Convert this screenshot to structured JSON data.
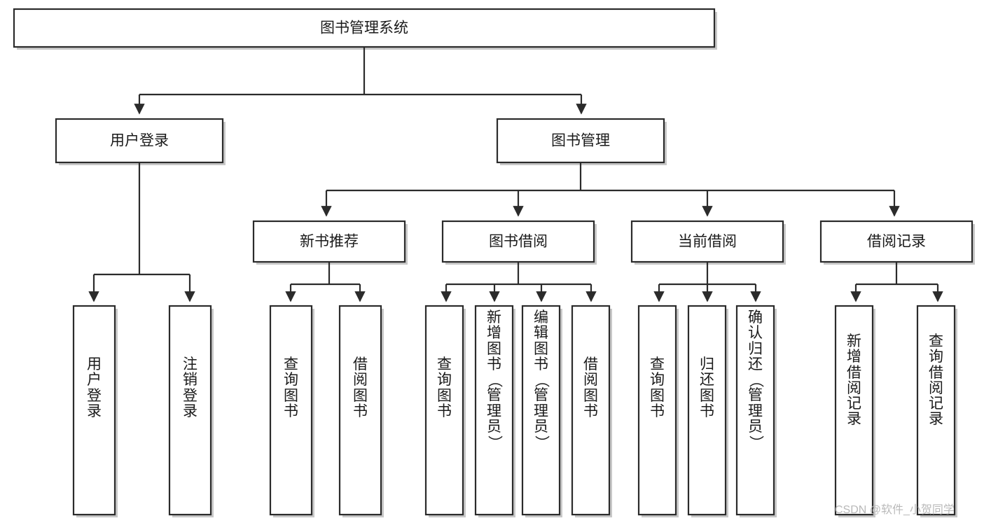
{
  "diagram": {
    "type": "tree-hierarchy",
    "title": "图书管理系统",
    "root": {
      "label": "图书管理系统",
      "name": "root-node"
    },
    "level2": [
      {
        "label": "用户登录",
        "name": "node-user-login"
      },
      {
        "label": "图书管理",
        "name": "node-book-management"
      }
    ],
    "level3": [
      {
        "label": "新书推荐",
        "name": "node-new-book-recommend"
      },
      {
        "label": "图书借阅",
        "name": "node-book-borrow"
      },
      {
        "label": "当前借阅",
        "name": "node-current-borrow"
      },
      {
        "label": "借阅记录",
        "name": "node-borrow-record"
      }
    ],
    "leaves": {
      "user_login": [
        {
          "label": "用户登录",
          "name": "leaf-user-login"
        },
        {
          "label": "注销登录",
          "name": "leaf-logout"
        }
      ],
      "new_book_recommend": [
        {
          "label": "查询图书",
          "name": "leaf-query-book-1"
        },
        {
          "label": "借阅图书",
          "name": "leaf-borrow-book-1"
        }
      ],
      "book_borrow": [
        {
          "label": "查询图书",
          "name": "leaf-query-book-2"
        },
        {
          "label": "新增图书（管理员）",
          "name": "leaf-add-book-admin"
        },
        {
          "label": "编辑图书（管理员）",
          "name": "leaf-edit-book-admin"
        },
        {
          "label": "借阅图书",
          "name": "leaf-borrow-book-2"
        }
      ],
      "current_borrow": [
        {
          "label": "查询图书",
          "name": "leaf-query-book-3"
        },
        {
          "label": "归还图书",
          "name": "leaf-return-book"
        },
        {
          "label": "确认归还（管理员）",
          "name": "leaf-confirm-return-admin"
        }
      ],
      "borrow_record": [
        {
          "label": "新增借阅记录",
          "name": "leaf-add-borrow-record"
        },
        {
          "label": "查询借阅记录",
          "name": "leaf-query-borrow-record"
        }
      ]
    },
    "watermark": "CSDN @软件_小贺同学",
    "colors": {
      "box_stroke": "#2b2b2b",
      "box_fill": "#ffffff",
      "text": "#1a1a1a",
      "background": "#ffffff",
      "watermark": "#b9b9b9"
    }
  }
}
